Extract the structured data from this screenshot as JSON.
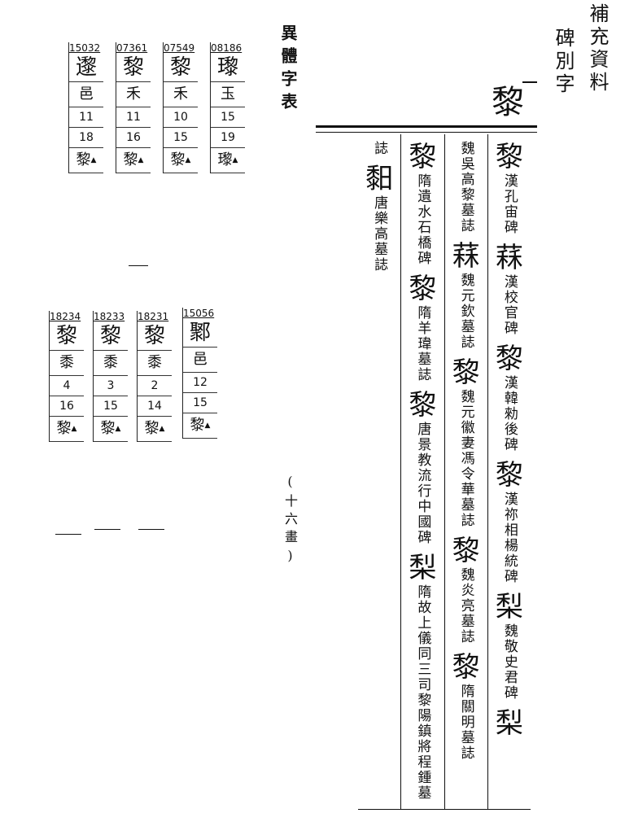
{
  "header": {
    "line1": "補充資料",
    "line2": "碑別字"
  },
  "table_title": "異體字表",
  "main_character": "黎",
  "entries": [
    [
      {
        "glyph": "黎",
        "source": "漢孔宙碑"
      },
      {
        "glyph": "䔉",
        "source": "漢校官碑"
      },
      {
        "glyph": "黎",
        "source": "漢韓勑後碑"
      },
      {
        "glyph": "黎",
        "source": "漢祢相楊統碑"
      },
      {
        "glyph": "梨",
        "source": "魏敬史君碑"
      },
      {
        "glyph": "梨",
        "source": ""
      }
    ],
    [
      {
        "glyph": "",
        "source": "魏吳高黎墓誌"
      },
      {
        "glyph": "䔉",
        "source": "魏元欽墓誌"
      },
      {
        "glyph": "黎",
        "source": "魏元徽妻馮令華墓誌"
      },
      {
        "glyph": "黎",
        "source": "魏炎亮墓誌"
      },
      {
        "glyph": "黎",
        "source": "隋關明墓誌"
      }
    ],
    [
      {
        "glyph": "黎",
        "source": "隋遺水石橋碑"
      },
      {
        "glyph": "黎",
        "source": "隋羊瑋墓誌"
      },
      {
        "glyph": "黎",
        "source": "唐景教流行中國碑"
      },
      {
        "glyph": "梨",
        "source": "隋故上儀同三司黎陽鎮將程鍾墓"
      }
    ],
    [
      {
        "glyph": "",
        "source": "誌"
      },
      {
        "glyph": "䵒",
        "source": "唐樂高墓誌"
      }
    ]
  ],
  "cards_top": [
    {
      "num": "15032",
      "char": "邌",
      "radical": "邑",
      "strokes_a": "11",
      "strokes_b": "18",
      "ref": "黎"
    },
    {
      "num": "07361",
      "char": "黎",
      "radical": "禾",
      "strokes_a": "11",
      "strokes_b": "16",
      "ref": "黎"
    },
    {
      "num": "07549",
      "char": "黎",
      "radical": "禾",
      "strokes_a": "10",
      "strokes_b": "15",
      "ref": "黎"
    },
    {
      "num": "08186",
      "char": "瓈",
      "radical": "玉",
      "strokes_a": "15",
      "strokes_b": "19",
      "ref": "瓈"
    }
  ],
  "cards_bottom": [
    {
      "num": "18234",
      "char": "黎",
      "radical": "黍",
      "strokes_a": "4",
      "strokes_b": "16",
      "ref": "黎"
    },
    {
      "num": "18233",
      "char": "黎",
      "radical": "黍",
      "strokes_a": "3",
      "strokes_b": "15",
      "ref": "黎"
    },
    {
      "num": "18231",
      "char": "黎",
      "radical": "黍",
      "strokes_a": "2",
      "strokes_b": "14",
      "ref": "黎"
    },
    {
      "num": "15056",
      "char": "鄹",
      "radical": "邑",
      "strokes_a": "12",
      "strokes_b": "15",
      "ref": "黎"
    }
  ],
  "page_note": "(十六畫)",
  "marker": "▲"
}
